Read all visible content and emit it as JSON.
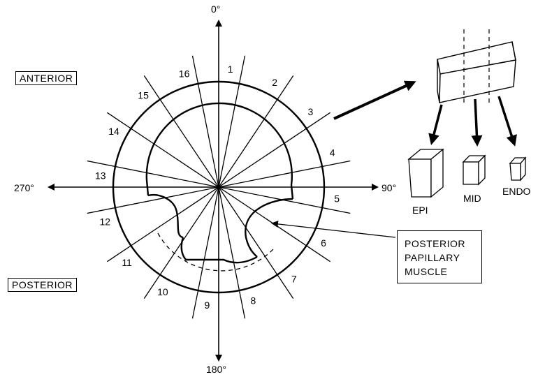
{
  "axes": {
    "top": "0°",
    "right": "90°",
    "bottom": "180°",
    "left": "270°"
  },
  "regions": {
    "anterior": "ANTERIOR",
    "posterior": "POSTERIOR"
  },
  "segments": [
    "1",
    "2",
    "3",
    "4",
    "5",
    "6",
    "7",
    "8",
    "9",
    "10",
    "11",
    "12",
    "13",
    "14",
    "15",
    "16"
  ],
  "callout": {
    "lines": [
      "POSTERIOR",
      "PAPILLARY",
      "MUSCLE"
    ]
  },
  "layers": {
    "epi": "EPI",
    "mid": "MID",
    "endo": "ENDO"
  }
}
